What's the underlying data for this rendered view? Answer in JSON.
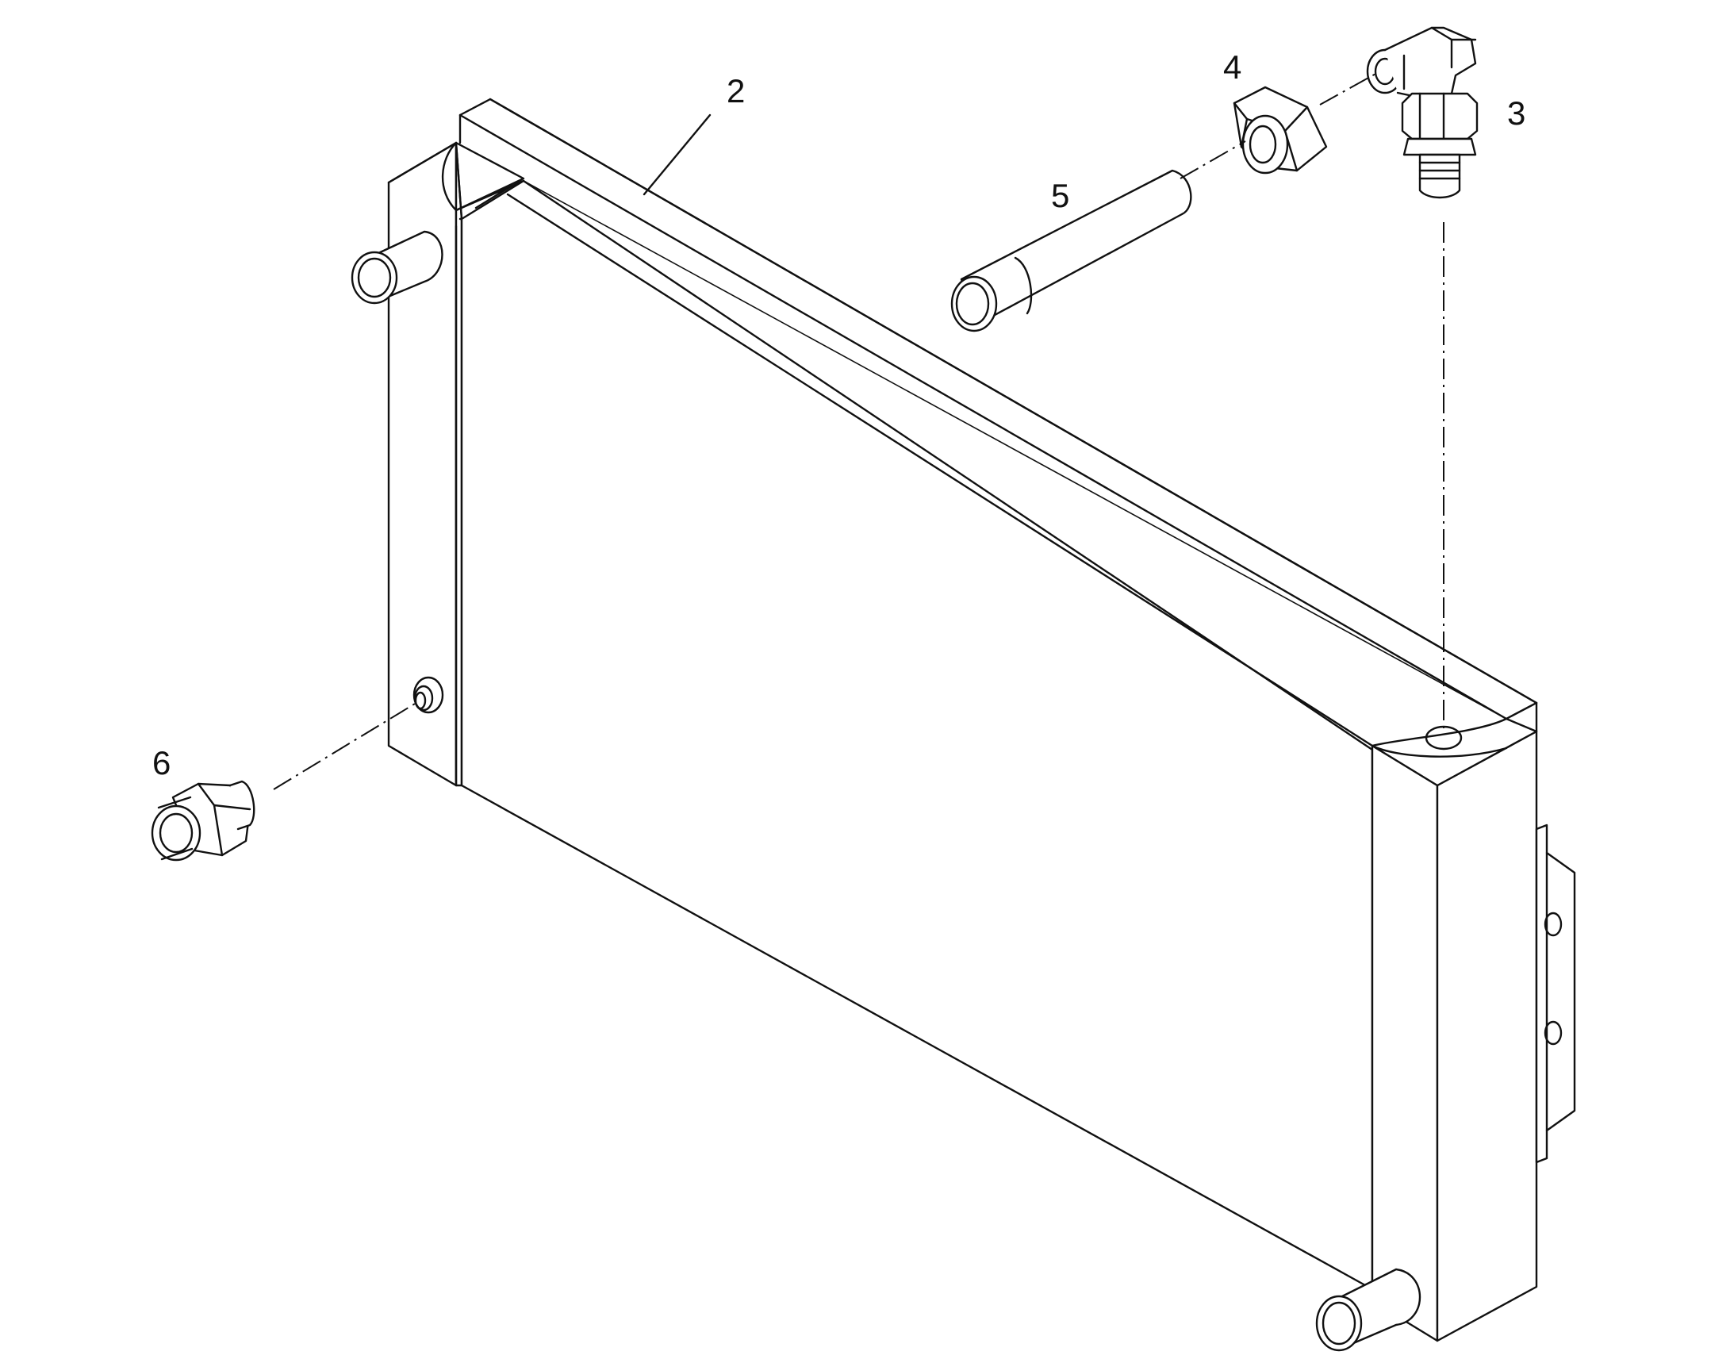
{
  "diagram": {
    "parts": [
      {
        "id": "part-2",
        "label": "2",
        "name": "radiator-core"
      },
      {
        "id": "part-3",
        "label": "3",
        "name": "elbow-fitting"
      },
      {
        "id": "part-4",
        "label": "4",
        "name": "hex-nut"
      },
      {
        "id": "part-5",
        "label": "5",
        "name": "tube"
      },
      {
        "id": "part-6",
        "label": "6",
        "name": "plug-fitting"
      }
    ]
  },
  "colors": {
    "line": "#111111",
    "background": "#ffffff"
  }
}
